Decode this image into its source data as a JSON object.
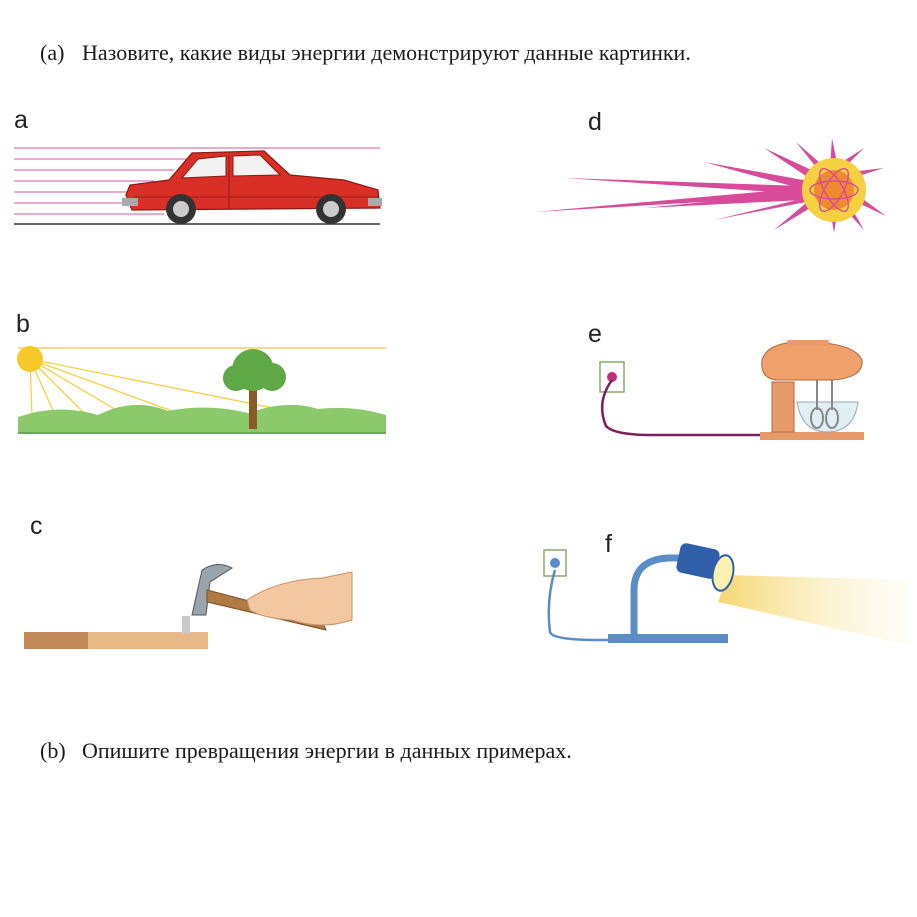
{
  "questions": {
    "a": {
      "marker": "(a)",
      "text": "Назовите, какие виды энергии демонстрируют данные картинки."
    },
    "b": {
      "marker": "(b)",
      "text": "Опишите превращения энергии в данных примерах."
    }
  },
  "pictures": [
    {
      "letter": "a",
      "icon": "moving-car"
    },
    {
      "letter": "b",
      "icon": "sun-tree-landscape"
    },
    {
      "letter": "c",
      "icon": "hammer-nail"
    },
    {
      "letter": "d",
      "icon": "radiating-atom"
    },
    {
      "letter": "e",
      "icon": "electric-mixer"
    },
    {
      "letter": "f",
      "icon": "desk-lamp"
    }
  ],
  "colors": {
    "car": "#d92f26",
    "rays": "#d84a9a",
    "sun": "#f5d040",
    "grass": "#8cc96b",
    "wood": "#e9b887",
    "lamp": "#5a8cc8",
    "mixer": "#e89a6a"
  }
}
